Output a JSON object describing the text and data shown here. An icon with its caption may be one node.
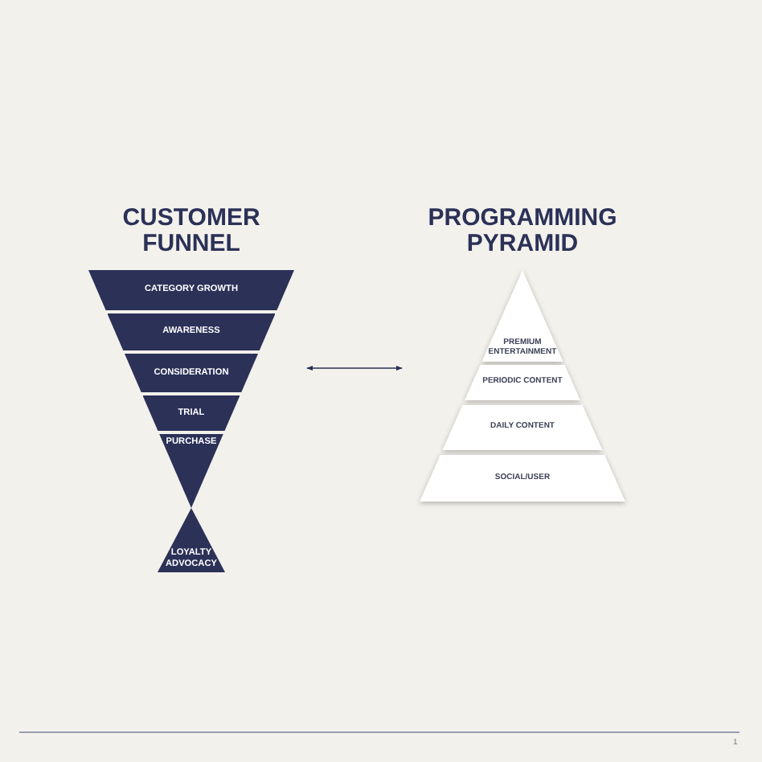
{
  "diagram": {
    "nodes": [
      {
        "text": [
          "CUSTOMER FUNNEL"
        ]
      },
      {
        "text": [
          "CATEGORY GROWTH"
        ],
        "in": 0
      },
      {
        "text": [
          "AWARENESS"
        ],
        "in": 0
      },
      {
        "text": [
          "CONSIDERATION"
        ],
        "in": 0
      },
      {
        "text": [
          "TRIAL"
        ],
        "in": 0
      },
      {
        "text": [
          "PURCHASE"
        ],
        "in": 0
      },
      {
        "text": [
          "LOYALTY ADVOCACY"
        ],
        "in": 0
      },
      {
        "text": [
          "PROGRAMMING PYRAMID"
        ]
      },
      {
        "text": [
          "PREMIUM ENTERTAINMENT"
        ],
        "in": 7
      },
      {
        "text": [
          "PERIODIC CONTENT"
        ],
        "in": 7
      },
      {
        "text": [
          "DAILY CONTENT"
        ],
        "in": 7
      },
      {
        "text": [
          "SOCIAL/USER"
        ],
        "in": 7
      }
    ],
    "edges": [
      {
        "from": 0,
        "to": 7,
        "arrow": "both"
      }
    ],
    "labels": [
      "1"
    ]
  }
}
